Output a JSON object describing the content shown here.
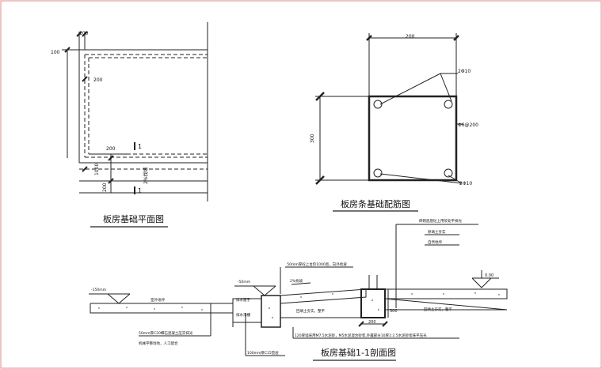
{
  "titles": {
    "plan": "板房基础平面图",
    "rebar": "板房条基础配筋图",
    "section": "板房基础1-1剖面图"
  },
  "plan": {
    "dim_top": "100",
    "dim_left": "100",
    "dim_inner": "200",
    "dim_corner": "200",
    "dim_bottom_a": "1000",
    "dim_bottom_b": "200",
    "slope_note": "2%找坡",
    "section_mark": "1"
  },
  "rebar": {
    "dim_width": "200",
    "dim_height": "300",
    "bar_top": "2Φ10",
    "bar_bottom": "2Φ10",
    "stirrup": "Φ6@200"
  },
  "section": {
    "note_top_cap": "砖砌底座砼上用浆处平抹光",
    "note_sand1": "原填土夯实",
    "note_sand2": "自然地坪",
    "note_pave": "50mm厚砼上台阶1000宽，向外找坡",
    "level_left": "-150mm",
    "level_mid": "-50mm",
    "level_right": "0.00",
    "label_outdoor": "室外地坪",
    "label_drain_cover": "排水篦子",
    "label_slope": "2%找坡",
    "label_fill_left": "回填土夯实，整平",
    "label_fill_right": "回填土夯实，整平",
    "label_drain": "排水沟槽",
    "dim_300": "300",
    "dim_200": "200",
    "note_left_1": "50mm厚C20细石混凝土压实抹光",
    "note_left_2": "机械平整场地，人工配合",
    "note_bottom": "100mm厚C15垫层",
    "note_wall": "120厚墙采用M7.5水泥砂，M5水泥混合砂浆,外露部分10厚1:2.5水泥砂浆抹平压光"
  }
}
